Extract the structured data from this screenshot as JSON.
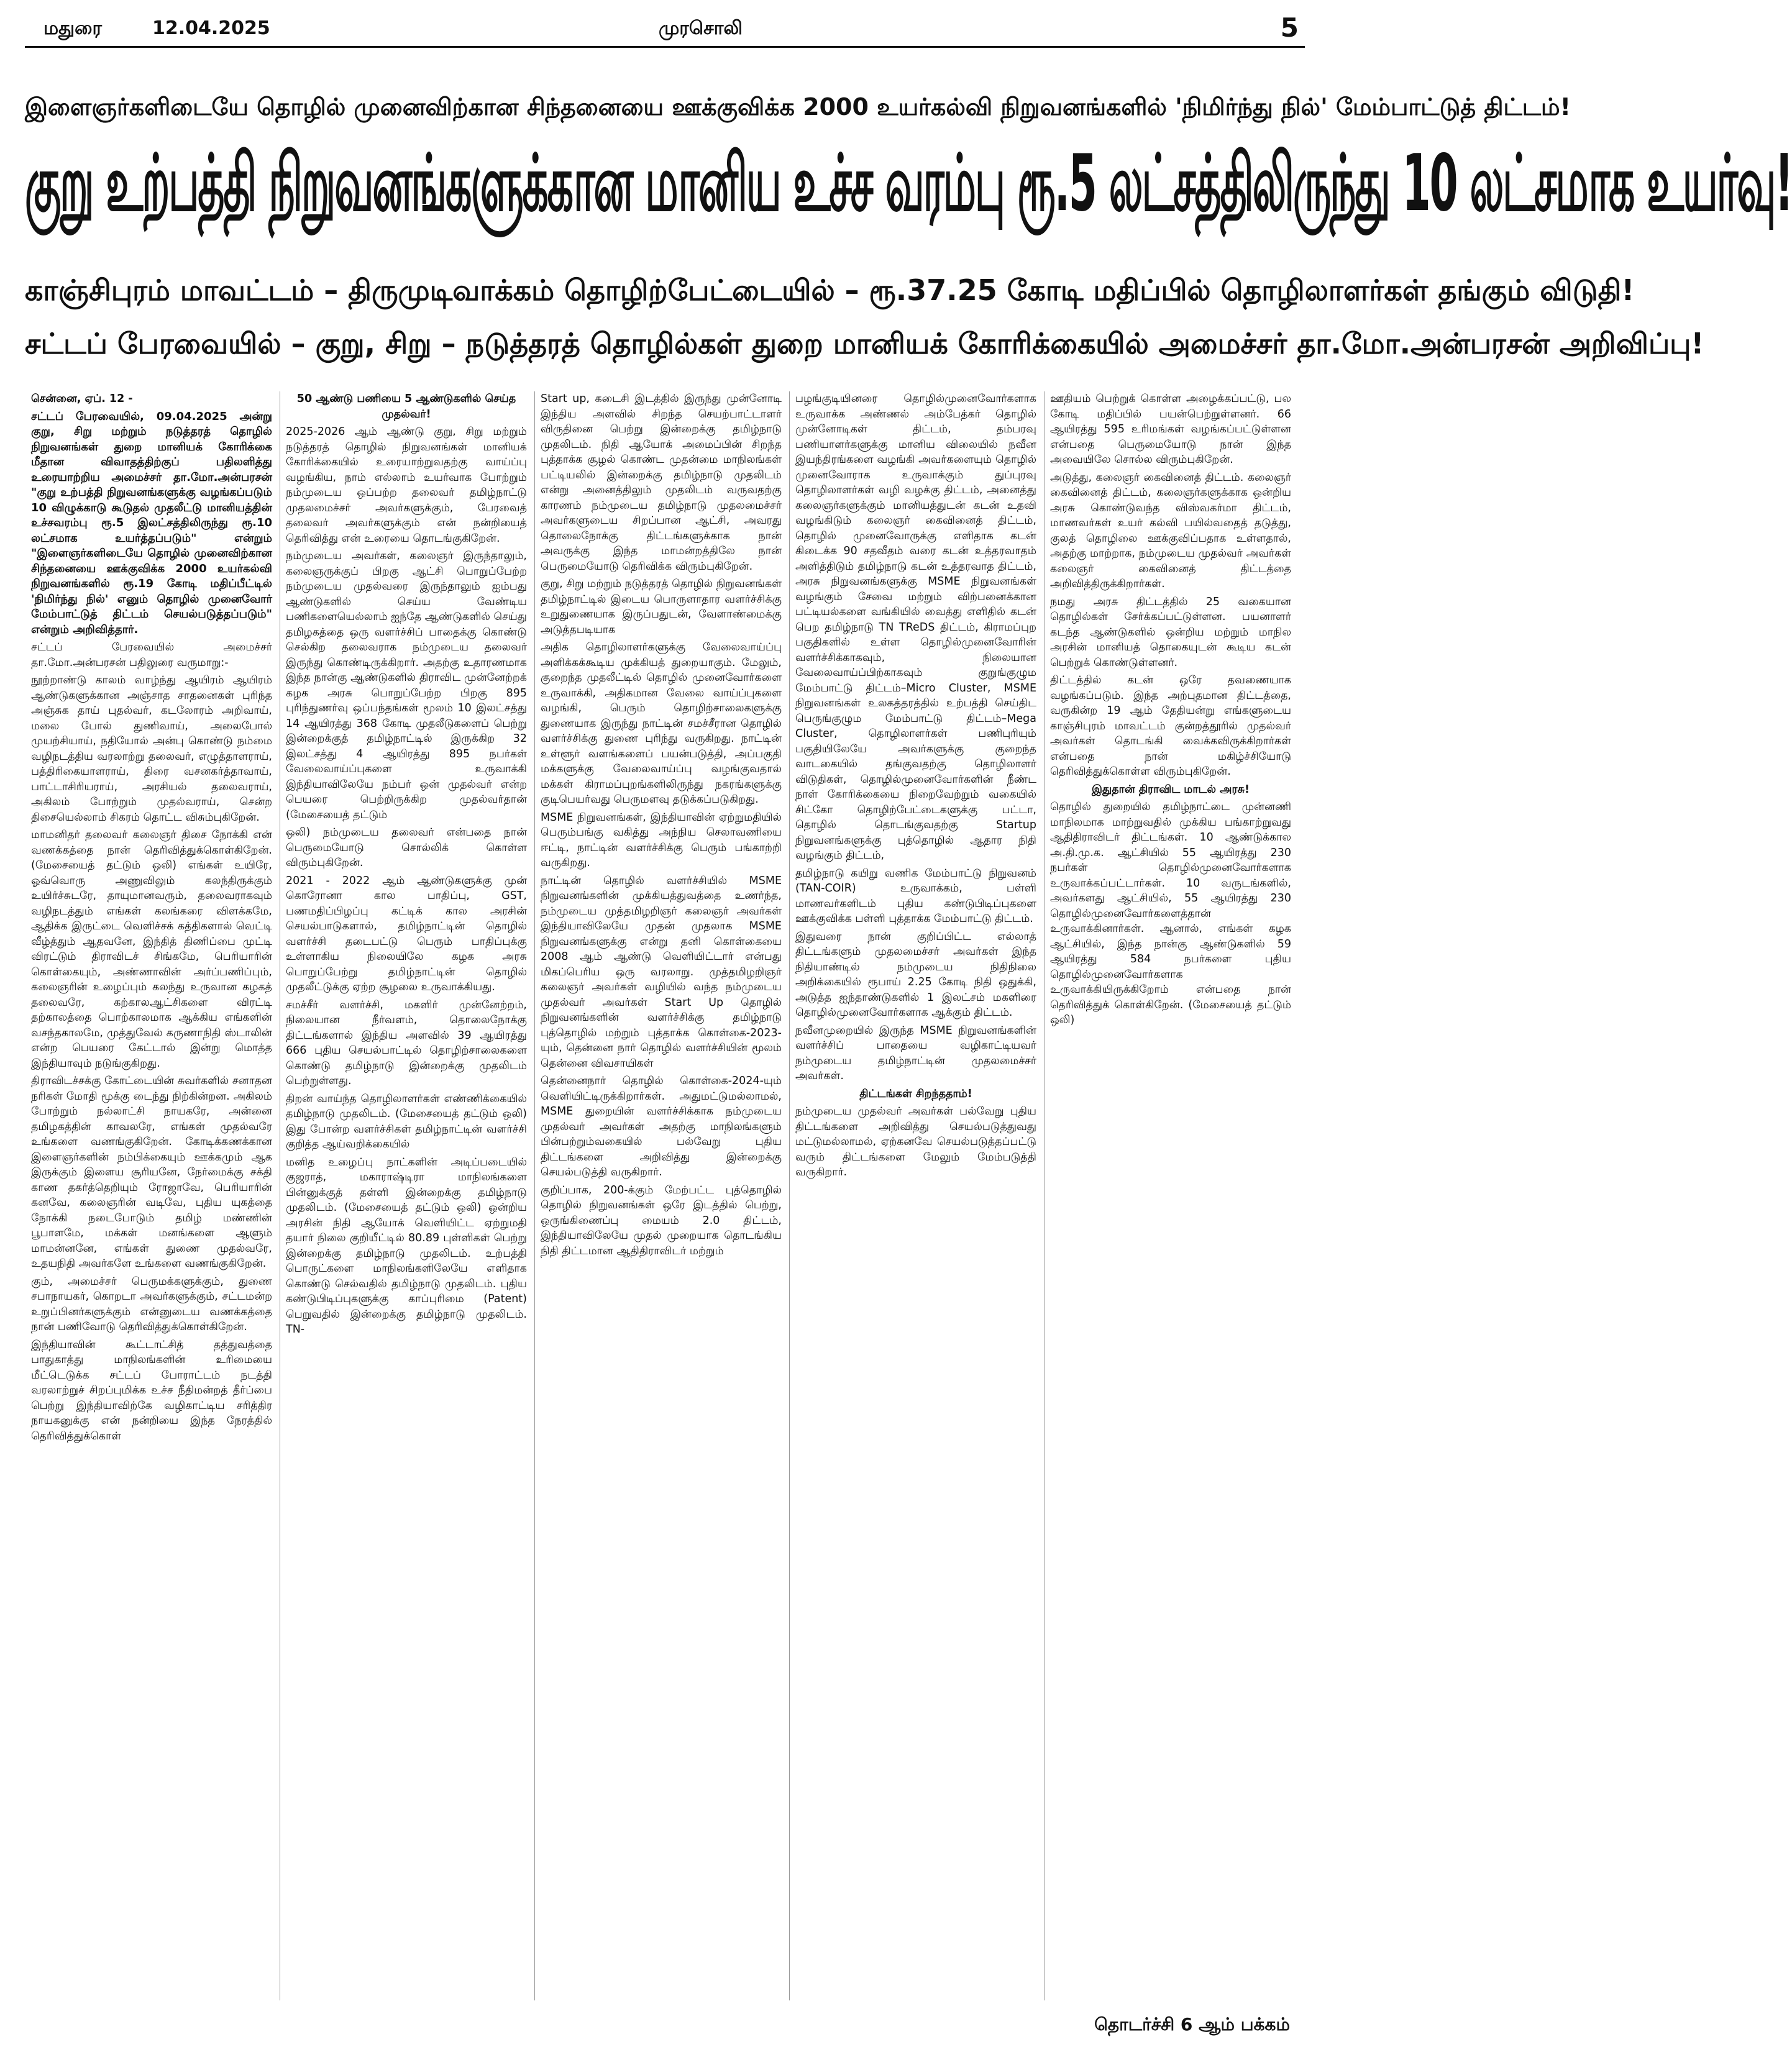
{
  "masthead": {
    "city": "மதுரை",
    "date": "12.04.2025",
    "paper_name": "முரசொலி",
    "page_number": "5"
  },
  "headlines": {
    "kicker": "இளைஞர்களிடையே தொழில் முனைவிற்கான சிந்தனையை ஊக்குவிக்க 2000 உயர்கல்வி நிறுவனங்களில் 'நிமிர்ந்து நில்' மேம்பாட்டுத் திட்டம்!",
    "main": "குறு உற்பத்தி நிறுவனங்களுக்கான மானிய உச்ச வரம்பு ரூ.5 லட்சத்திலிருந்து 10 லட்சமாக உயர்வு!",
    "sub1": "காஞ்சிபுரம் மாவட்டம் – திருமுடிவாக்கம் தொழிற்பேட்டையில் – ரூ.37.25 கோடி மதிப்பில் தொழிலாளர்கள் தங்கும் விடுதி!",
    "sub2": "சட்டப் பேரவையில் – குறு, சிறு – நடுத்தரத் தொழில்கள் துறை மானியக் கோரிக்கையில் அமைச்சர் தா.மோ.அன்பரசன் அறிவிப்பு!"
  },
  "article": {
    "dateline": "சென்னை, ஏப். 12 -",
    "lead": "சட்டப் பேரவையில், 09.04.2025 அன்று குறு, சிறு மற்றும் நடுத்தரத் தொழில் நிறுவனங்கள் துறை மானியக் கோரிக்கை மீதான விவாதத்திற்குப் பதிலளித்து உரையாற்றிய அமைச்சர் தா.மோ.அன்பரசன் \"குறு உற்பத்தி நிறுவனங்களுக்கு வழங்கப்படும் 10 விழுக்காடு கூடுதல் முதலீட்டு மானியத்தின் உச்சவரம்பு ரூ.5 இலட்சத்திலிருந்து ரூ.10 லட்சமாக உயர்த்தப்படும்\" என்றும் \"இளைஞர்களிடையே தொழில் முனைவிற்கான சிந்தனையை ஊக்குவிக்க 2000 உயர்கல்வி நிறுவனங்களில் ரூ.19 கோடி மதிப்பீட்டில் 'நிமிர்ந்து நில்' எனும் தொழில் முனைவோர் மேம்பாட்டுத் திட்டம் செயல்படுத்தப்படும்\" என்றும் அறிவித்தார்.",
    "c1": [
      "சட்டப் பேரவையில் அமைச்சர் தா.மோ.அன்பரசன் பதிலுரை வருமாறு:-",
      "நூற்றாண்டு காலம் வாழ்ந்து ஆயிரம் ஆயிரம் ஆண்டுகளுக்கான அஞ்சாத சாதனைகள் புரிந்த அஞ்சுக தாய் புதல்வர், கடலோரம் அறிவாய், மலை போல் துணிவாய், அலைபோல் முயற்சியாய், நதியோல் அன்பு கொண்டு நம்மை வழிநடத்திய வரலாற்று தலைவர், எழுத்தாளராய், பத்திரிகையாளராய், திரை வசனகர்த்தாவாய், பாட்டாசிரியராய், அரசியல் தலைவராய், அகிலம் போற்றும் முதல்வராய், சென்ற திசையெல்லாம் சிகரம் தொட்ட விசும்புகிறேன்.",
      "மாமனிதர் தலைவர் கலைஞர் திசை நோக்கி என் வணக்கத்தை நான் தெரிவித்துக்கொள்கிறேன். (மேசையைத் தட்டும் ஒலி) எங்கள் உயிரே, ஓவ்வொரு அணுவிலும் கலந்திருக்கும் உயிர்ச்சுடரே, தாயுமானவரும், தலைவராகவும் வழிநடத்தும் எங்கள் கலங்கரை விளக்கமே, ஆதிக்க இருட்டை வெளிச்சக் கத்திகளால் வெட்டி வீழ்த்தும் ஆதவனே, இந்தித் திணிப்பை முட்டி விரட்டும் திராவிடச் சிங்கமே, பெரியாரின் கொள்கையும், அண்ணாவின் அர்ப்பணிப்பும், கலைஞரின் உழைப்பும் கலந்து உருவான கழகத் தலைவரே, கற்காலஆட்சிகளை விரட்டி தற்காலத்தை பொற்காலமாக ஆக்கிய எங்களின் வசந்தகாலமே, முத்துவேல் கருணாநிதி ஸ்டாலின் என்ற பெயரை கேட்டால் இன்று மொத்த இந்தியாவும் நடுங்குகிறது.",
      "திராவிடச்சக்கு கோட்டையின் சுவர்களில் சனாதன நரிகள் மோதி மூக்கு டைந்து நிற்கின்றன. அகிலம் போற்றும் நல்லாட்சி நாயகரே, அன்னை தமிழகத்தின் காவலரே, எங்கள் முதல்வரே உங்களை வணங்குகிறேன். கோடிக்கணக்கான இளைஞர்களின் நம்பிக்கையும் ஊக்கமும் ஆக இருக்கும் இளைய சூரியனே, நேர்மைக்கு சக்தி காண தகர்த்தெறியும் ரோஜாவே, பெரியாரின் கனவே, கலைஞரின் வடிவே, புதிய யுகத்தை நோக்கி நடைபோடும் தமிழ் மண்ணின் பூபாளமே, மக்கள் மனங்களை ஆளும் மாமன்னனே, எங்கள் துணை முதல்வரே, உதயநிதி அவர்களே உங்களை வணங்குகிறேன்.",
      "கும், அமைச்சர் பெருமக்களுக்கும், துணை சபாநாயகர், கொறடா அவர்களுக்கும், சட்டமன்ற உறுப்பினர்களுக்கும் என்னுடைய வணக்கத்தை நான் பணிவோடு தெரிவித்துக்கொள்கிறேன்.",
      "இந்தியாவின் கூட்டாட்சித் தத்துவத்தை பாதுகாத்து மாநிலங்களின் உரிமையை மீட்டெடுக்க சட்டப் போராட்டம் நடத்தி வரலாற்றுச் சிறப்புமிக்க உச்ச நீதிமன்றத் தீர்ப்பை பெற்று இந்தியாவிற்கே வழிகாட்டிய சரித்திர நாயகனுக்கு என் நன்றியை இந்த நேரத்தில் தெரிவித்துக்கொள்"
    ],
    "c2_subhead": "50 ஆண்டு பணியை 5 ஆண்டுகளில் செய்த முதல்வர்!",
    "c2": [
      "2025-2026 ஆம் ஆண்டு குறு, சிறு மற்றும் நடுத்தரத் தொழில் நிறுவனங்கள் மானியக் கோரிக்கையில் உரையாற்றுவதற்கு வாய்ப்பு வழங்கிய, நாம் எல்லாம் உயர்வாக போற்றும் நம்முடைய ஒப்பற்ற தலைவர் தமிழ்நாட்டு முதலமைச்சர் அவர்களுக்கும், பேரவைத் தலைவர் அவர்களுக்கும் என் நன்றியைத் தெரிவித்து என் உரையை தொடங்குகிறேன்.",
      "நம்முடைய அவர்கள், கலைஞர் இருந்தாலும், கலைஞருக்குப் பிறகு ஆட்சி பொறுப்பேற்ற நம்முடைய முதல்வரை இருந்தாலும் ஐம்பது ஆண்டுகளில் செய்ய வேண்டிய பணிகளையெல்லாம் ஐந்தே ஆண்டுகளில் செய்து தமிழகத்தை ஒரு வளர்ச்சிப் பாதைக்கு கொண்டு செல்கிற தலைவராக நம்முடைய தலைவர் இருந்து கொண்டிருக்கிறார். அதற்கு உதாரணமாக இந்த நான்கு ஆண்டுகளில் திராவிட முன்னேற்றக் கழக அரசு பொறுப்பேற்ற பிறகு 895 புரிந்துணர்வு ஒப்பந்தங்கள் மூலம் 10 இலட்சத்து 14 ஆயிரத்து 368 கோடி முதலீடுகளைப் பெற்று இன்றைக்குத் தமிழ்நாட்டில் இருக்கிற 32 இலட்சத்து 4 ஆயிரத்து 895 நபர்கள் வேலைவாய்ப்புகளை உருவாக்கி இந்தியாவிலேயே நம்பர் ஒன் முதல்வர் என்ற பெயரை பெற்றிருக்கிற முதல்வர்தான் (மேசையைத் தட்டும்",
      "ஒலி) நம்முடைய தலைவர் என்பதை நான் பெருமையோடு சொல்லிக் கொள்ள விரும்புகிறேன்.",
      "2021 - 2022 ஆம் ஆண்டுகளுக்கு முன் கொரோனா கால பாதிப்பு, GST, பணமதிப்பிழப்பு கட்டிக் கால அரசின் செயல்பாடுகளால், தமிழ்நாட்டின் தொழில் வளர்ச்சி தடைபட்டு பெரும் பாதிப்புக்கு உள்ளாகிய நிலையிலே கழக அரசு பொறுப்பேற்று தமிழ்நாட்டின் தொழில் முதலீட்டுக்கு ஏற்ற சூழலை உருவாக்கியது.",
      "சமச்சீர் வளர்ச்சி, மகளிர் முன்னேற்றம், நிலையான நீர்வளம், தொலைநோக்கு திட்டங்களால் இந்திய அளவில் 39 ஆயிரத்து 666 புதிய செயல்பாட்டில் தொழிற்சாலைகளை கொண்டு தமிழ்நாடு இன்றைக்கு முதலிடம் பெற்றுள்ளது.",
      "திறன் வாய்ந்த தொழிலாளர்கள் எண்ணிக்கையில் தமிழ்நாடு முதலிடம். (மேசையைத் தட்டும் ஒலி) இது போன்ற வளர்ச்சிகள் தமிழ்நாட்டின் வளர்ச்சி குறித்த ஆய்வறிக்கையில்",
      "மனித உழைப்பு நாட்களின் அடிப்படையில் குஜராத், மகாராஷ்டிரா மாநிலங்களை பின்னுக்குத் தள்ளி இன்றைக்கு தமிழ்நாடு முதலிடம். (மேசையைத் தட்டும் ஒலி) ஒன்றிய அரசின் நிதி ஆயோக் வெளியிட்ட ஏற்றுமதி தயார் நிலை குறியீட்டில் 80.89 புள்ளிகள் பெற்று இன்றைக்கு தமிழ்நாடு முதலிடம். உற்பத்தி பொருட்களை மாநிலங்களிலேயே எளிதாக கொண்டு செல்வதில் தமிழ்நாடு முதலிடம். புதிய கண்டுபிடிப்புகளுக்கு காப்புரிமை (Patent) பெறுவதில் இன்றைக்கு தமிழ்நாடு முதலிடம். TN-"
    ],
    "c3": [
      "Start up, கடைசி இடத்தில் இருந்து முன்னோடி இந்திய அளவில் சிறந்த செயற்பாட்டாளர் விருதினை பெற்று இன்றைக்கு தமிழ்நாடு முதலிடம். நிதி ஆயோக் அமைப்பின் சிறந்த புத்தாக்க சூழல் கொண்ட முதன்மை மாநிலங்கள் பட்டியலில் இன்றைக்கு தமிழ்நாடு முதலிடம் என்று அனைத்திலும் முதலிடம் வருவதற்கு காரணம் நம்முடைய தமிழ்நாடு முதலமைச்சர் அவர்களுடைய சிறப்பான ஆட்சி, அவரது தொலைநோக்கு திட்டங்களுக்காக நான் அவருக்கு இந்த மாமன்றத்திலே நான் பெருமையோடு தெரிவிக்க விரும்புகிறேன்.",
      "குறு, சிறு மற்றும் நடுத்தரத் தொழில் நிறுவனங்கள் தமிழ்நாட்டில் இடைய பொருளாதார வளர்ச்சிக்கு உறுதுணையாக இருப்பதுடன், வேளாண்மைக்கு அடுத்தபடியாக",
      "அதிக தொழிலாளர்களுக்கு வேலைவாய்ப்பு அளிக்கக்கூடிய முக்கியத் துறையாகும். மேலும், குறைந்த முதலீட்டில் தொழில் முனைவோர்களை உருவாக்கி, அதிகமான வேலை வாய்ப்புகளை வழங்கி, பெரும் தொழிற்சாலைகளுக்கு துணையாக இருந்து நாட்டின் சமச்சீரான தொழில் வளர்ச்சிக்கு துணை புரிந்து வருகிறது. நாட்டின் உள்ளூர் வளங்களைப் பயன்படுத்தி, அப்பகுதி மக்களுக்கு வேலைவாய்ப்பு வழங்குவதால் மக்கள் கிராமப்புறங்களிலிருந்து நகரங்களுக்கு குடிபெயர்வது பெருமளவு தடுக்கப்படுகிறது.",
      "MSME நிறுவனங்கள், இந்தியாவின் ஏற்றுமதியில் பெரும்பங்கு வகித்து அந்நிய செலாவணியை ஈட்டி, நாட்டின் வளர்ச்சிக்கு பெரும் பங்காற்றி வருகிறது.",
      "நாட்டின் தொழில் வளர்ச்சியில் MSME நிறுவனங்களின் முக்கியத்துவத்தை உணர்ந்த, நம்முடைய முத்தமிழறிஞர் கலைஞர் அவர்கள் இந்தியாவிலேயே முதன் முதலாக MSME நிறுவனங்களுக்கு என்று தனி கொள்கையை 2008 ஆம் ஆண்டு வெளியிட்டார் என்பது மிகப்பெரிய ஒரு வரலாறு. முத்தமிழறிஞர் கலைஞர் அவர்கள் வழியில் வந்த நம்முடைய முதல்வர் அவர்கள் Start Up தொழில் நிறுவனங்களின் வளர்ச்சிக்கு தமிழ்நாடு புத்தொழில் மற்றும் புத்தாக்க கொள்கை-2023-யும், தென்னை நார் தொழில் வளர்ச்சியின் மூலம் தென்னை விவசாயிகள்",
      "தென்னைநார் தொழில் கொள்கை-2024-யும் வெளியிட்டிருக்கிறார்கள். அதுமட்டுமல்லாமல், MSME துறையின் வளர்ச்சிக்காக நம்முடைய முதல்வர் அவர்கள் அதற்கு மாநிலங்களும் பின்பற்றும்வகையில் பல்வேறு புதிய திட்டங்களை அறிவித்து இன்றைக்கு செயல்படுத்தி வருகிறார்.",
      "குறிப்பாக, 200-க்கும் மேற்பட்ட புத்தொழில் தொழில் நிறுவனங்கள் ஒரே இடத்தில் பெற்று, ஒருங்கிணைப்பு மையம் 2.0 திட்டம், இந்தியாவிலேயே முதல் முறையாக தொடங்கிய நிதி திட்டமான ஆதிதிராவிடர் மற்றும்"
    ],
    "c4": [
      "பழங்குடியினரை தொழில்முனைவோர்களாக உருவாக்க அண்ணல் அம்பேத்கர் தொழில் முன்னோடிகள் திட்டம், தம்பரவு பணியாளர்களுக்கு மானிய விலையில் நவீன இயந்திரங்களை வழங்கி அவர்களையும் தொழில் முனைவோராக உருவாக்கும் துப்புரவு தொழிலாளர்கள் வழி வழக்கு திட்டம், அனைத்து கலைஞர்களுக்கும் மானியத்துடன் கடன் உதவி வழங்கிடும் கலைஞர் கைவினைத் திட்டம், தொழில் முனைவோருக்கு எளிதாக கடன் கிடைக்க 90 சதவீதம் வரை கடன் உத்தரவாதம் அளித்திடும் தமிழ்நாடு கடன் உத்தரவாத திட்டம், அரசு நிறுவனங்களுக்கு MSME நிறுவனங்கள் வழங்கும் சேவை மற்றும் விற்பனைக்கான பட்டியல்களை வங்கியில் வைத்து எளிதில் கடன் பெற தமிழ்நாடு TN TReDS திட்டம், கிராமப்புற பகுதிகளில் உள்ள தொழில்முனைவோரின் வளர்ச்சிக்காகவும், நிலையான வேலைவாய்ப்பிற்காகவும் குறுங்குழும மேம்பாட்டு திட்டம்–Micro Cluster, MSME நிறுவனங்கள் உலகத்தரத்தில் உற்பத்தி செய்திட பெருங்குழும மேம்பாட்டு திட்டம்–Mega Cluster, தொழிலாளர்கள் பணிபுரியும் பகுதியிலேயே அவர்களுக்கு குறைந்த வாடகையில் தங்குவதற்கு தொழிலாளர் விடுதிகள், தொழில்முனைவோர்களின் நீண்ட நாள் கோரிக்கையை நிறைவேற்றும் வகையில் சிட்கோ தொழிற்பேட்டைகளுக்கு பட்டா, தொழில் தொடங்குவதற்கு Startup நிறுவனங்களுக்கு புத்தொழில் ஆதார நிதி வழங்கும் திட்டம்,",
      "தமிழ்நாடு கயிறு வணிக மேம்பாட்டு நிறுவனம் (TAN-COIR) உருவாக்கம், பள்ளி மாணவர்களிடம் புதிய கண்டுபிடிப்புகளை ஊக்குவிக்க பள்ளி புத்தாக்க மேம்பாட்டு திட்டம்.",
      "இதுவரை நான் குறிப்பிட்ட எல்லாத் திட்டங்களும் முதலமைச்சர் அவர்கள் இந்த நிதியாண்டில் நம்முடைய நிதிநிலை அறிக்கையில் ரூபாய் 2.25 கோடி நிதி ஒதுக்கி, அடுத்த ஐந்தாண்டுகளில் 1 இலட்சம் மகளிரை தொழில்முனைவோர்களாக ஆக்கும் திட்டம்.",
      "நவீனமுறையில் இருந்த MSME நிறுவனங்களின் வளர்ச்சிப் பாதையை வழிகாட்டியவர் நம்முடைய தமிழ்நாட்டின் முதலமைச்சர் அவர்கள்.",
      "நம்முடைய முதல்வர் அவர்கள் பல்வேறு புதிய திட்டங்களை அறிவித்து செயல்படுத்துவது மட்டுமல்லாமல், ஏற்கனவே செயல்படுத்தப்பட்டு வரும் திட்டங்களை மேலும் மேம்படுத்தி வருகிறார்."
    ],
    "c4_subhead": "திட்டங்கள் சிறந்ததாம்!",
    "c5": [
      "ஊதியம் பெற்றுக் கொள்ள அழைக்கப்பட்டு, பல கோடி மதிப்பில் பயன்பெற்றுள்ளனர். 66 ஆயிரத்து 595 உரிமங்கள் வழங்கப்பட்டுள்ளன என்பதை பெருமையோடு நான் இந்த அவையிலே சொல்ல விரும்புகிறேன்.",
      "அடுத்து, கலைஞர் கைவினைத் திட்டம். கலைஞர் கைவினைத் திட்டம், கலைஞர்களுக்காக ஒன்றிய அரசு கொண்டுவந்த விஸ்வகர்மா திட்டம், மாணவர்கள் உயர் கல்வி பயில்வதைத் தடுத்து, குலத் தொழிலை ஊக்குவிப்பதாக உள்ளதால், அதற்கு மாற்றாக, நம்முடைய முதல்வர் அவர்கள் கலைஞர் கைவினைத் திட்டத்தை அறிவித்திருக்கிறார்கள்.",
      "நமது அரசு திட்டத்தில் 25 வகையான தொழில்கள் சேர்க்கப்பட்டுள்ளன. பயனாளர் கடந்த ஆண்டுகளில் ஒன்றிய மற்றும் மாநில அரசின் மானியத் தொகையுடன் கூடிய கடன் பெற்றுக் கொண்டுள்ளனர்.",
      "திட்டத்தில் கடன் ஒரே தவணையாக வழங்கப்படும். இந்த அற்புதமான திட்டத்தை, வருகின்ற 19 ஆம் தேதியன்று எங்களுடைய காஞ்சிபுரம் மாவட்டம் குன்றத்தூரில் முதல்வர் அவர்கள் தொடங்கி வைக்கவிருக்கிறார்கள் என்பதை நான் மகிழ்ச்சியோடு தெரிவித்துக்கொள்ள விரும்புகிறேன்."
    ],
    "c5_subhead": "இதுதான் திராவிட மாடல் அரசு!",
    "c5_b": [
      "தொழில் துறையில் தமிழ்நாட்டை முன்னணி மாநிலமாக மாற்றுவதில் முக்கிய பங்காற்றுவது ஆதிதிராவிடர் திட்டங்கள். 10 ஆண்டுக்கால அ.தி.மு.க. ஆட்சியில் 55 ஆயிரத்து 230 நபர்கள் தொழில்முனைவோர்களாக உருவாக்கப்பட்டார்கள். 10 வருடங்களில், அவர்களது ஆட்சியில், 55 ஆயிரத்து 230 தொழில்முனைவோர்களைத்தான் உருவாக்கினார்கள். ஆனால், எங்கள் கழக ஆட்சியில், இந்த நான்கு ஆண்டுகளில் 59 ஆயிரத்து 584 நபர்களை புதிய தொழில்முனைவோர்களாக உருவாக்கியிருக்கிறோம் என்பதை நான் தெரிவித்துக் கொள்கிறேன். (மேசையைத் தட்டும் ஒலி)"
    ],
    "continued": "தொடர்ச்சி 6 ஆம் பக்கம்"
  }
}
